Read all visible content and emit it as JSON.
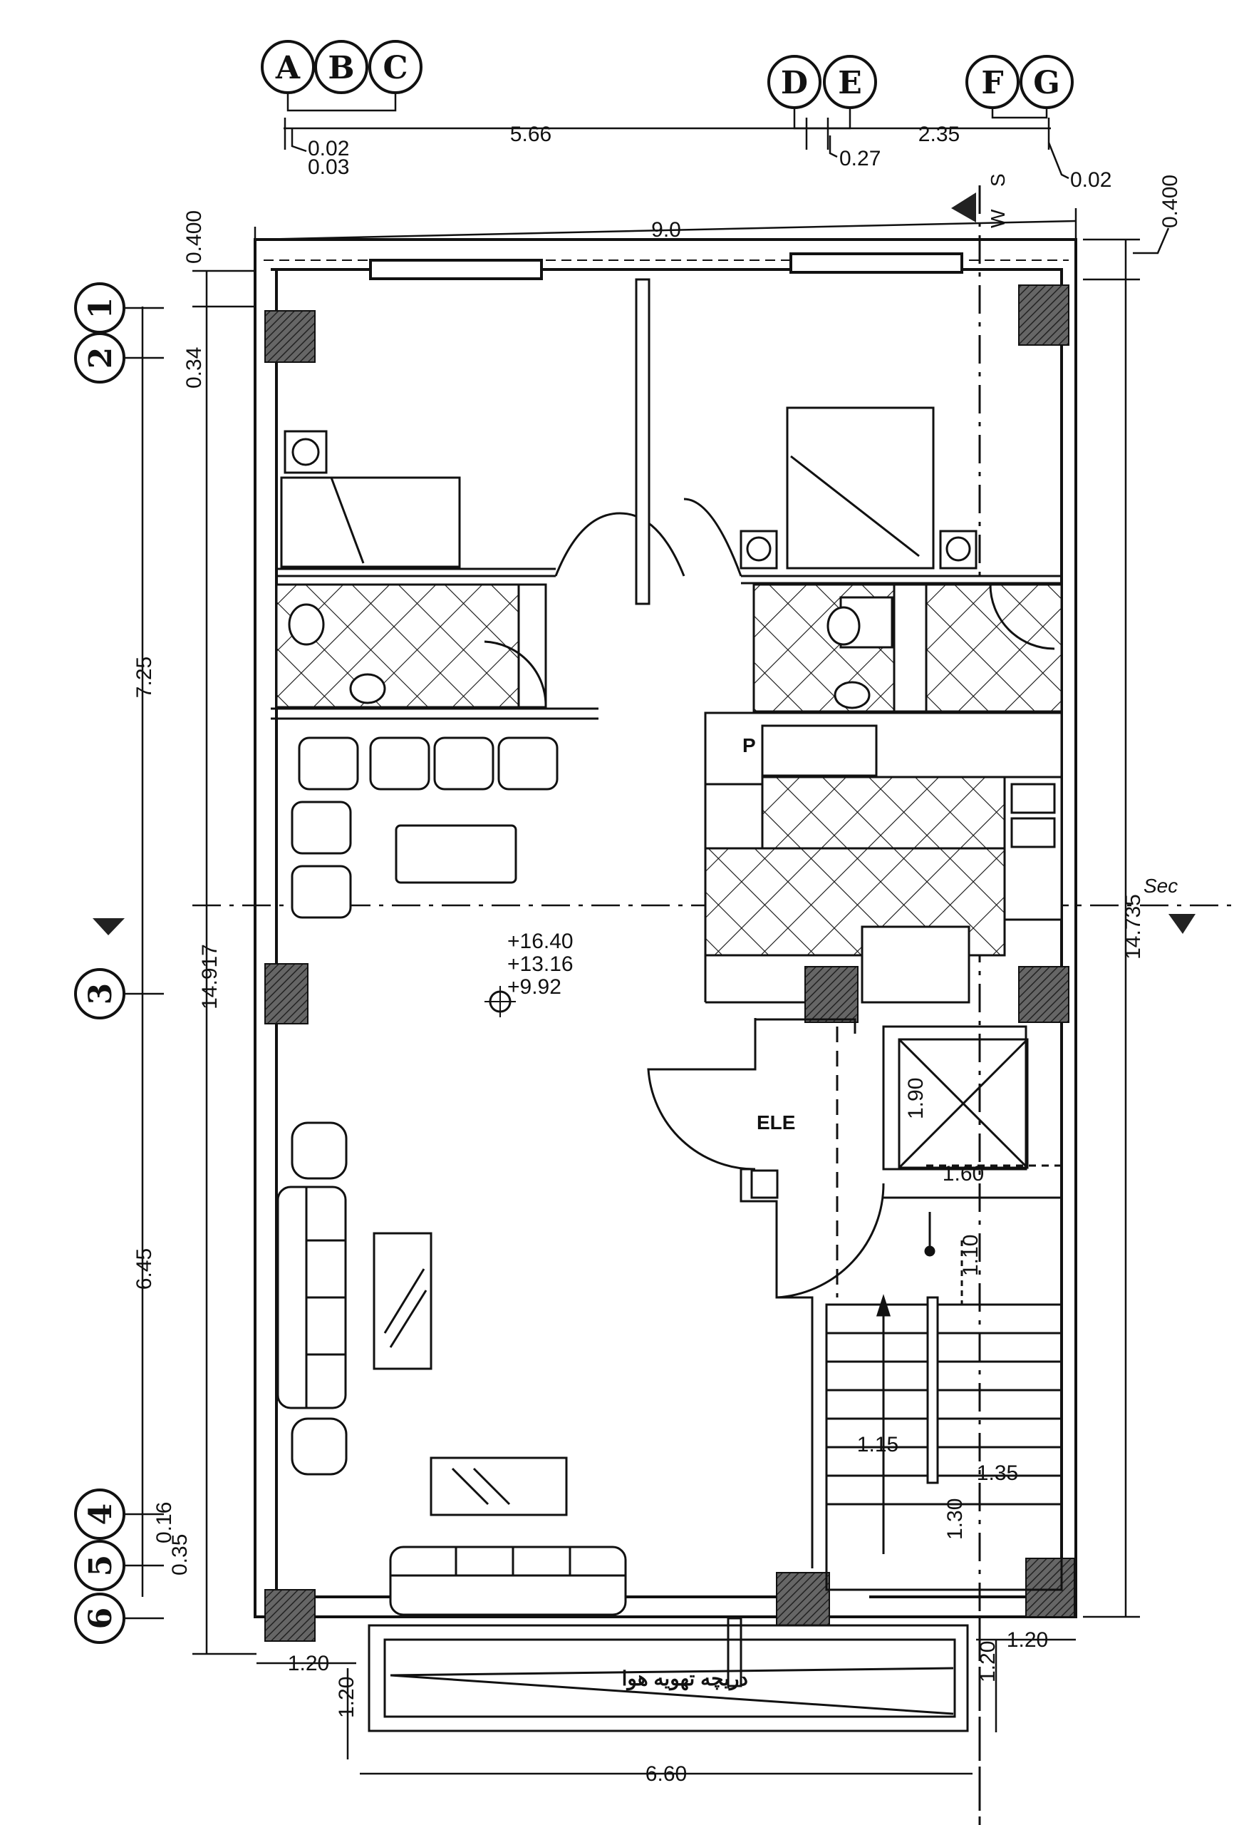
{
  "plan": {
    "grid_columns": [
      "A",
      "B",
      "C",
      "D",
      "E",
      "F",
      "G"
    ],
    "grid_rows": [
      "1",
      "2",
      "3",
      "4",
      "5",
      "6"
    ],
    "dimensions": {
      "ab": "0.02",
      "bc": "0.03",
      "c_d": "5.66",
      "de": "0.27",
      "e_f": "2.35",
      "fg": "0.02",
      "overall_width": "9.0",
      "top_offset_left": "0.400",
      "top_offset_right": "0.400",
      "row_1_2": "0.34",
      "row_2_3": "7.25",
      "overall_height_left": "14.917",
      "row_3_4": "6.45",
      "row_4_5": "0.16",
      "row_5_6": "0.35",
      "overall_height_right": "14.735",
      "elev_shaft_h": "1.90",
      "elev_shaft_w": "1.60",
      "landing": "1.10",
      "stair_run": "1.15",
      "stair_width": "1.35",
      "stair_landing": "1.30",
      "vent_left_w": "1.20",
      "vent_left_h": "1.20",
      "vent_right_w": "1.20",
      "vent_right_h": "1.20",
      "vent_length": "6.60"
    },
    "levels": [
      "+16.40",
      "+13.16",
      "+9.92"
    ],
    "labels": {
      "elevator": "ELE",
      "section_left": "S",
      "section_left_num": "W",
      "section_right": "Sec",
      "vent_note": "دریچه تهویه هوا"
    }
  }
}
